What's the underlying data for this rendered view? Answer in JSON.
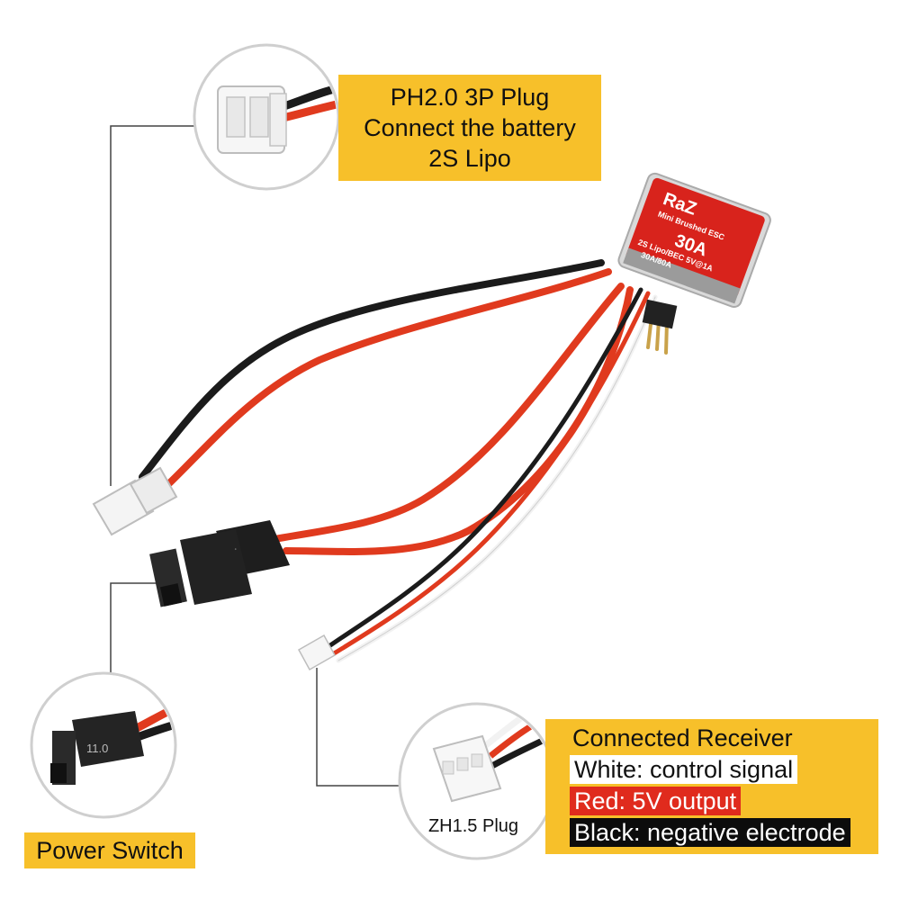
{
  "callouts": {
    "battery_plug": {
      "lines": [
        "PH2.0 3P Plug",
        "Connect the battery",
        "2S Lipo"
      ]
    },
    "power_switch": {
      "label": "Power Switch",
      "switch_marking": "11.0"
    },
    "receiver": {
      "title": "Connected Receiver",
      "white_line": "White: control signal",
      "red_line": "Red: 5V output",
      "black_line": "Black: negative electrode",
      "plug_label": "ZH1.5 Plug"
    }
  },
  "esc": {
    "brand": "RaZ",
    "subtitle": "Mini Brushed ESC",
    "current": "30A",
    "spec1": "2S Lipo/BEC 5V@1A",
    "spec2": "30A/80A"
  },
  "colors": {
    "highlight": "#f7c02a",
    "esc_red": "#d8231c",
    "wire_red": "#e03a1e",
    "wire_black": "#1b1b1b",
    "wire_white": "#f2f2f2"
  }
}
